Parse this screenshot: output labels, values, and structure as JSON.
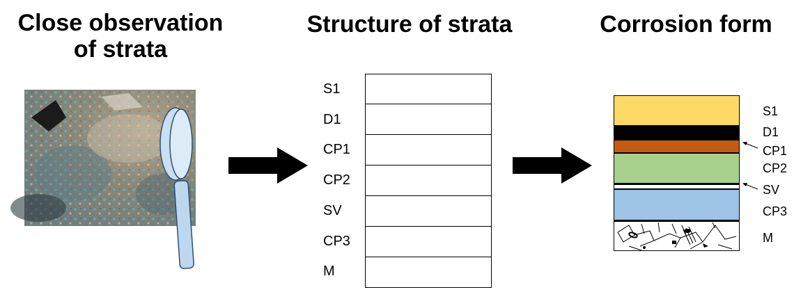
{
  "titles": {
    "left_line1": "Close observation",
    "left_line2": "of strata",
    "middle": "Structure of strata",
    "right": "Corrosion form"
  },
  "strata_structure": {
    "labels": [
      "S1",
      "D1",
      "CP1",
      "CP2",
      "SV",
      "CP3",
      "M"
    ]
  },
  "corrosion_form": {
    "labels": [
      "S1",
      "D1",
      "CP1",
      "CP2",
      "SV",
      "CP3",
      "M"
    ],
    "colors": {
      "S1": "#FFD966",
      "D1": "#000000",
      "CP1": "#C55A11",
      "CP2": "#A9D18E",
      "SV": "#FFFFFF",
      "CP3": "#9DC3E6",
      "M": "#FFFFFF"
    }
  },
  "icons": [
    "magnifying-glass-icon",
    "right-arrow-icon"
  ]
}
